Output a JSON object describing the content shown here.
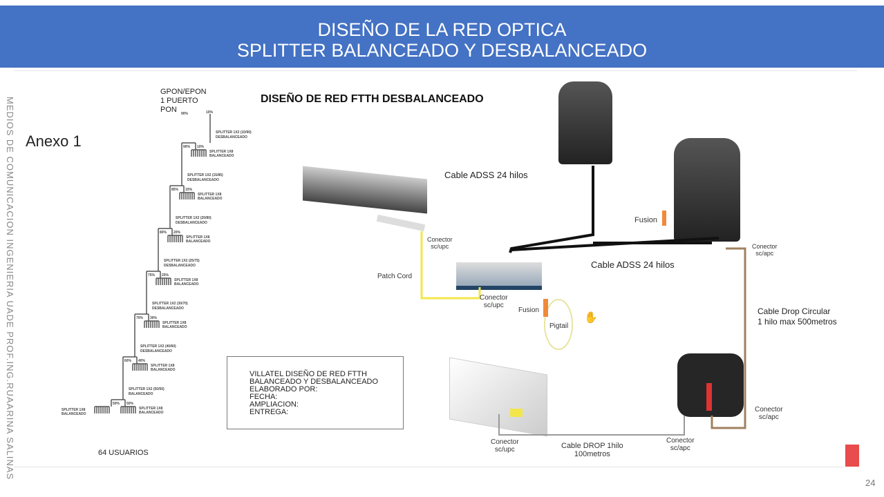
{
  "header": {
    "title_line1": "DISEÑO DE LA RED OPTICA",
    "title_line2": "SPLITTER BALANCEADO Y DESBALANCEADO"
  },
  "side_text": "MEDIOS DE COMUNICACION    INGENIERIA  UADE     PROF.ING.RUAARINA SALINAS",
  "annex": "Anexo 1",
  "diagram_title": "DISEÑO DE RED FTTH  DESBALANCEADO",
  "tree": {
    "root_line1": "GPON/EPON",
    "root_line2": "1 PUERTO",
    "root_line3": "PON",
    "root_split": [
      "90%",
      "10%"
    ],
    "levels": [
      {
        "splitter": "SPLITTER 1X2 (10/90)",
        "type": "DESBALANCEADO",
        "left": "90%",
        "right": "10%",
        "leaf": "SPLITTER 1X8",
        "leaf_type": "BALANCEADO"
      },
      {
        "splitter": "SPLITTER 1X2 (15/85)",
        "type": "DESBALANCEADO",
        "left": "85%",
        "right": "15%",
        "leaf": "SPLITTER 1X8",
        "leaf_type": "BALANCEADO"
      },
      {
        "splitter": "SPLITTER 1X2 (20/80)",
        "type": "DESBALANCEADO",
        "left": "80%",
        "right": "20%",
        "leaf": "SPLITTER 1X8",
        "leaf_type": "BALANCEADO"
      },
      {
        "splitter": "SPLITTER 1X2 (25/75)",
        "type": "DESBALANCEADO",
        "left": "75%",
        "right": "25%",
        "leaf": "SPLITTER 1X8",
        "leaf_type": "BALANCEADO"
      },
      {
        "splitter": "SPLITTER 1X2 (30/70)",
        "type": "DESBALANCEADO",
        "left": "70%",
        "right": "30%",
        "leaf": "SPLITTER 1X8",
        "leaf_type": "BALANCEADO"
      },
      {
        "splitter": "SPLITTER 1X2 (40/60)",
        "type": "DESBALANCEADO",
        "left": "60%",
        "right": "40%",
        "leaf": "SPLITTER 1X8",
        "leaf_type": "BALANCEADO"
      },
      {
        "splitter": "SPLITTER 1X2 (50/50)",
        "type": "BALANCEADO",
        "left": "50%",
        "right": "50%",
        "leaf": "SPLITTER 1X8",
        "leaf_type": "BALANCEADO"
      }
    ],
    "last_leaf": "SPLITTER 1X8",
    "last_leaf_type": "BALANCEADO",
    "users": "64 USUARIOS"
  },
  "labels": {
    "cable_adss_top": "Cable ADSS 24 hilos",
    "cable_adss_mid": "Cable ADSS 24 hilos",
    "fusion_top": "Fusion",
    "conector_olt_1": "Conector",
    "conector_olt_2": "sc/upc",
    "patch_cord": "Patch Cord",
    "conector_odf_1": "Conector",
    "conector_odf_2": "sc/upc",
    "fusion_pigtail": "Fusion",
    "pigtail": "Pigtail",
    "conector_box_1": "Conector",
    "conector_box_2": "sc/apc",
    "drop_circular_1": "Cable Drop Circular",
    "drop_circular_2": "1 hilo max 500metros",
    "conector_nap_1": "Conector",
    "conector_nap_2": "sc/apc",
    "conector_ont_1": "Conector",
    "conector_ont_2": "sc/upc",
    "drop_1": "Cable DROP 1hilo",
    "drop_2": "100metros",
    "conector_nap2_1": "Conector",
    "conector_nap2_2": "sc/apc"
  },
  "infobox": {
    "line1": "VILLATEL DISEÑO DE RED FTTH",
    "line2": "BALANCEADO Y DESBALANCEADO",
    "line3": "ELABORADO POR:",
    "line4": "FECHA:",
    "line5": "AMPLIACION:",
    "line6": "ENTREGA:"
  },
  "page_number": "24",
  "colors": {
    "header": "#4472c4",
    "patch": "#f2e64a",
    "accent": "#e84c4c"
  }
}
